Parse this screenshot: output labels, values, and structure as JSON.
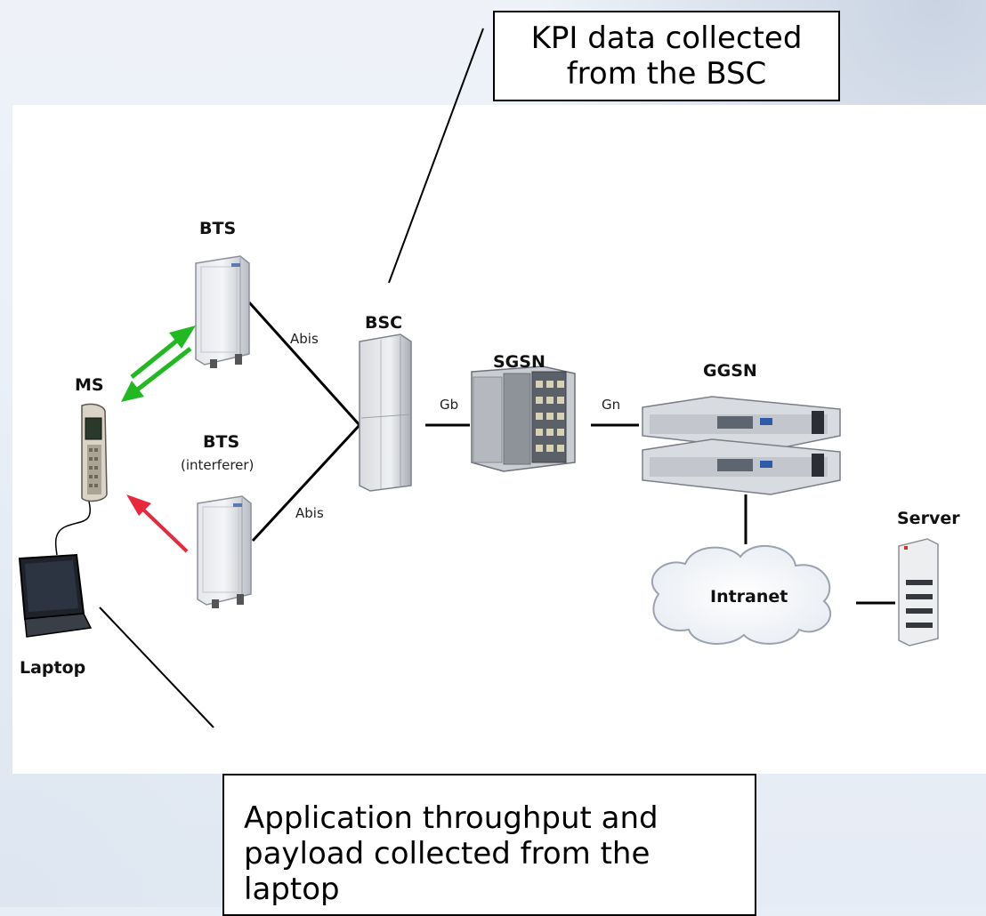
{
  "callouts": {
    "top": "KPI data collected from the BSC",
    "bottom": "Application throughput and payload collected from the laptop"
  },
  "labels": {
    "bts1": "BTS",
    "bts2": "BTS",
    "bts2_sub": "(interferer)",
    "bsc": "BSC",
    "sgsn": "SGSN",
    "ggsn": "GGSN",
    "ms": "MS",
    "laptop": "Laptop",
    "server": "Server",
    "intranet": "Intranet",
    "abis_top": "Abis",
    "abis_bottom": "Abis",
    "gb": "Gb",
    "gn": "Gn"
  },
  "colors": {
    "uplink_arrow": "#22b822",
    "interference_arrow": "#e8283c",
    "link": "#000000"
  }
}
